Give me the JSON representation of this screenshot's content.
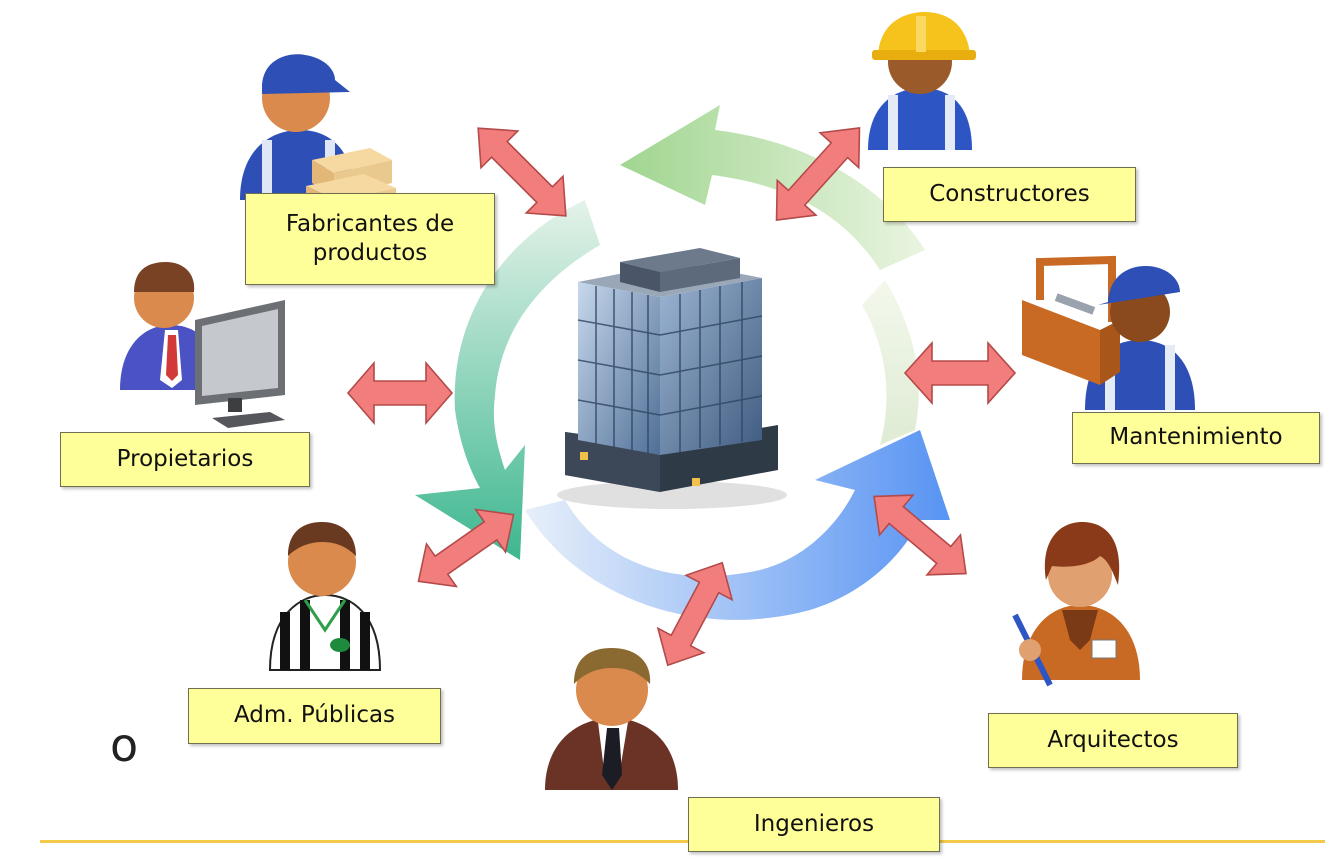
{
  "center": {
    "icon": "office-building-icon"
  },
  "cycle": {
    "colors": [
      "#8ccf7a",
      "#3fb38a",
      "#5a8ff0",
      "#cfe8b8"
    ]
  },
  "arrow_color": "#f27d7d",
  "label_color": "#ffff99",
  "stakeholders": [
    {
      "id": "fabricantes",
      "lines": [
        "Fabricantes de",
        "productos"
      ],
      "icon": "delivery-worker-with-boxes-icon"
    },
    {
      "id": "constructores",
      "lines": [
        "Constructores"
      ],
      "icon": "construction-worker-hardhat-icon"
    },
    {
      "id": "mantenimiento",
      "lines": [
        "Mantenimiento"
      ],
      "icon": "maintenance-worker-toolbox-icon"
    },
    {
      "id": "arquitectos",
      "lines": [
        "Arquitectos"
      ],
      "icon": "architect-with-pencil-icon"
    },
    {
      "id": "ingenieros",
      "lines": [
        "Ingenieros"
      ],
      "icon": "engineer-in-suit-icon"
    },
    {
      "id": "adm_publicas",
      "lines": [
        "Adm. Públicas"
      ],
      "icon": "referee-with-whistle-icon"
    },
    {
      "id": "propietarios",
      "lines": [
        "Propietarios"
      ],
      "icon": "owner-at-computer-icon"
    }
  ],
  "stray_text": "o"
}
